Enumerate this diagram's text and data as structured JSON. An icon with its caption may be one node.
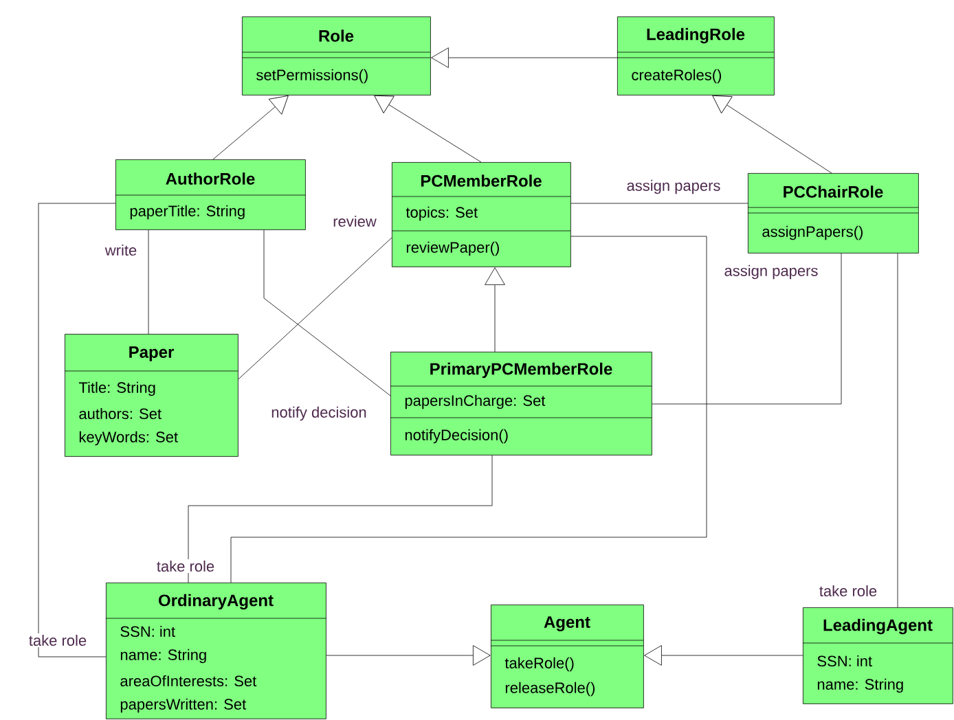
{
  "diagram": {
    "nodes": [
      {
        "text": [
          "Role",
          "setPermissions()"
        ]
      },
      {
        "text": [
          "LeadingRole",
          "createRoles()"
        ]
      },
      {
        "text": [
          "AuthorRole",
          "paperTitle: String"
        ]
      },
      {
        "text": [
          "PCMemberRole",
          "topics: Set",
          "reviewPaper()"
        ]
      },
      {
        "text": [
          "PCChairRole",
          "assignPapers()"
        ]
      },
      {
        "text": [
          "Paper",
          "Title: String",
          "authors: Set",
          "keyWords: Set"
        ]
      },
      {
        "text": [
          "PrimaryPCMemberRole",
          "papersInCharge: Set",
          "notifyDecision()"
        ]
      },
      {
        "text": [
          "OrdinaryAgent",
          "SSN: int",
          "name: String",
          "areaOfInterests: Set",
          "papersWritten: Set"
        ]
      },
      {
        "text": [
          "Agent",
          "takeRole()",
          "releaseRole()"
        ]
      },
      {
        "text": [
          "LeadingAgent",
          "SSN: int",
          "name: String"
        ]
      }
    ],
    "edges": [
      {
        "from": 2,
        "to": 0,
        "arrow": "to"
      },
      {
        "from": 3,
        "to": 0,
        "arrow": "to"
      },
      {
        "from": 1,
        "to": 0,
        "arrow": "to"
      },
      {
        "from": 4,
        "to": 1,
        "arrow": "to"
      },
      {
        "from": 6,
        "to": 3,
        "arrow": "to"
      },
      {
        "from": 7,
        "to": 8,
        "arrow": "to"
      },
      {
        "from": 9,
        "to": 8,
        "arrow": "to"
      },
      {
        "from": 2,
        "to": 5,
        "arrow": "none",
        "label": "write"
      },
      {
        "from": 3,
        "to": 5,
        "arrow": "none",
        "label": "review"
      },
      {
        "from": 2,
        "to": 6,
        "arrow": "none",
        "label": "notify decision"
      },
      {
        "from": 3,
        "to": 4,
        "arrow": "none",
        "label": "assign papers"
      },
      {
        "from": 4,
        "to": 6,
        "arrow": "none",
        "label": "assign papers"
      },
      {
        "from": 2,
        "to": 7,
        "arrow": "none",
        "label": "take role"
      },
      {
        "from": 6,
        "to": 7,
        "arrow": "none",
        "label": "take role"
      },
      {
        "from": 3,
        "to": 7,
        "arrow": "none"
      },
      {
        "from": 4,
        "to": 9,
        "arrow": "none",
        "label": "take role"
      }
    ]
  }
}
